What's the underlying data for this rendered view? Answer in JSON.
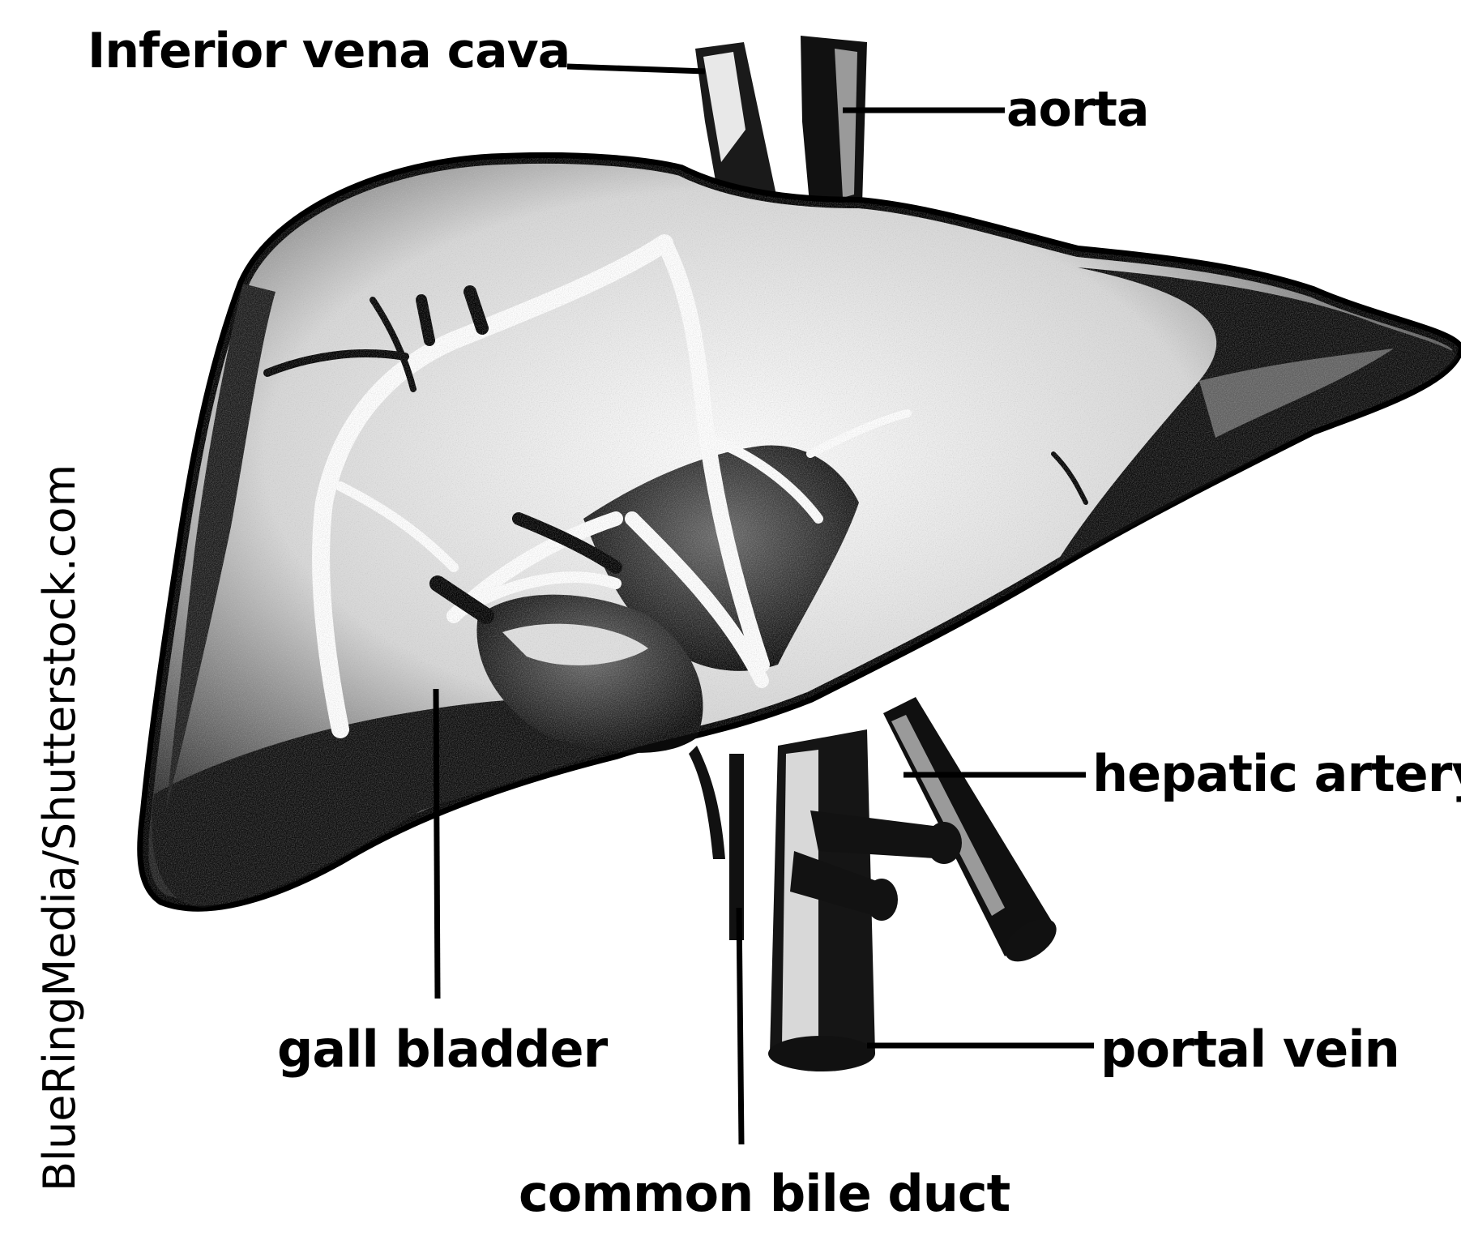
{
  "labels": {
    "inferior_vena_cava": "Inferior vena cava",
    "aorta": "aorta",
    "hepatic_artery": "hepatic artery",
    "portal_vein": "portal vein",
    "gall_bladder": "gall bladder",
    "common_bile_duct": "common bile duct"
  },
  "credit": "BlueRingMedia/Shutterstock.com",
  "colors": {
    "ink": "#000000",
    "paper": "#ffffff",
    "shade": "#3a3a3a"
  }
}
